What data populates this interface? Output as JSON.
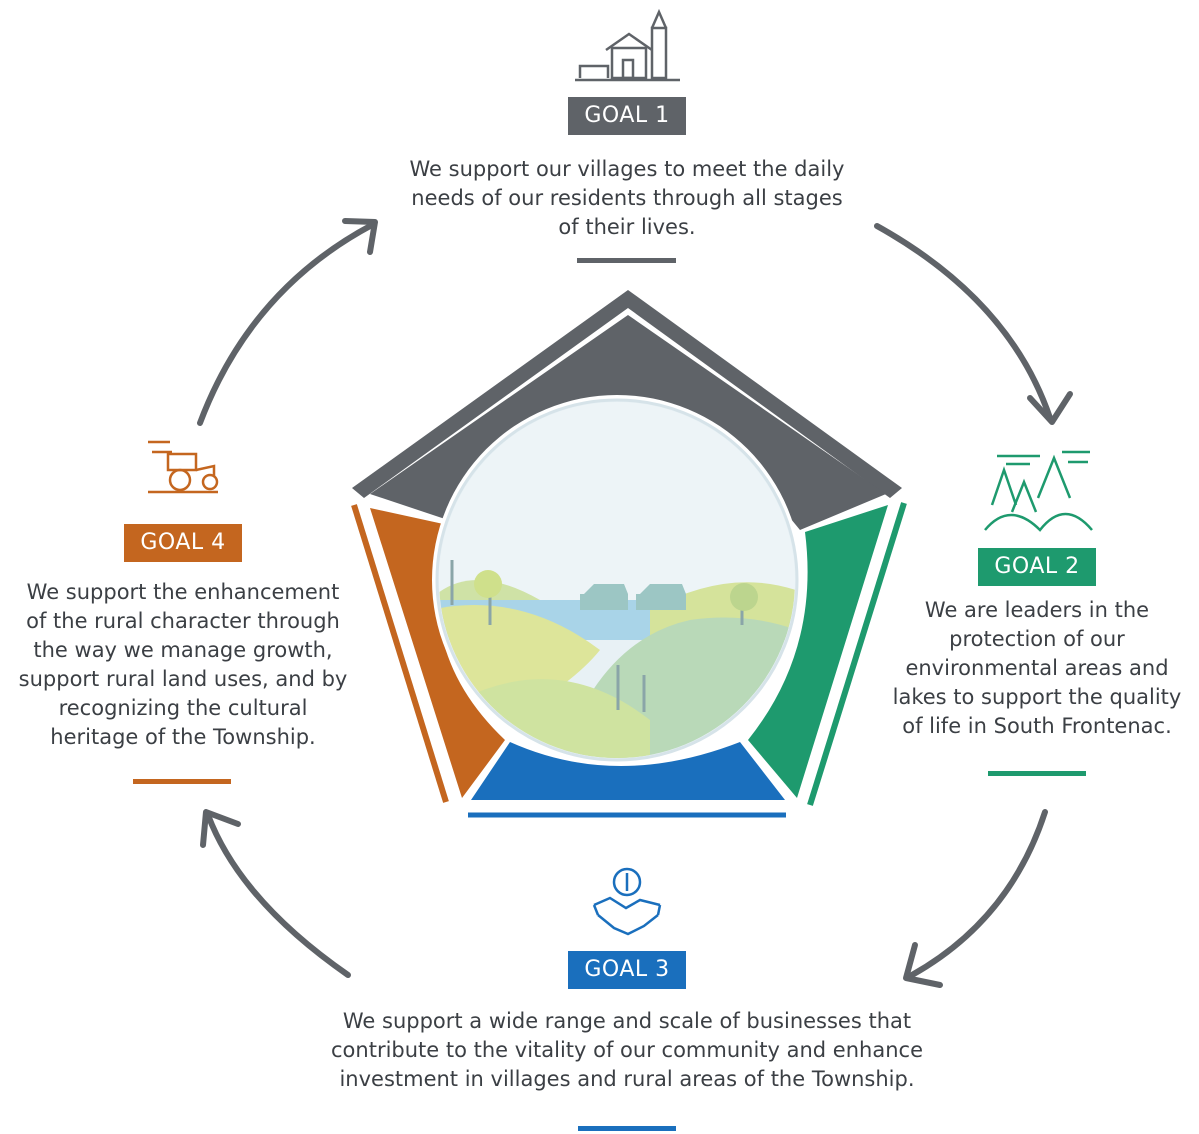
{
  "colors": {
    "goal1": "#5f6368",
    "goal2": "#1e9a6e",
    "goal3": "#1a6fbd",
    "goal4": "#c4661f",
    "arrow": "#5f6368"
  },
  "goals": [
    {
      "id": "goal1",
      "label": "GOAL 1",
      "icon": "village-house-church-icon",
      "text_lines": [
        "We support our villages to meet the daily",
        "needs of our residents through all stages",
        "of their lives."
      ]
    },
    {
      "id": "goal2",
      "label": "GOAL 2",
      "icon": "forest-trees-hills-icon",
      "text_lines": [
        "We are leaders in the",
        "protection of our",
        "environmental areas and",
        "lakes to support the quality",
        "of life in South Frontenac."
      ]
    },
    {
      "id": "goal3",
      "label": "GOAL 3",
      "icon": "handshake-dollar-icon",
      "text_lines": [
        "We support a wide range and scale of businesses that",
        "contribute to the vitality of our community and enhance",
        "investment in villages and rural areas of the Township."
      ]
    },
    {
      "id": "goal4",
      "label": "GOAL 4",
      "icon": "tractor-icon",
      "text_lines": [
        "We support the enhancement",
        "of the rural character through",
        "the way we manage growth,",
        "support rural land uses, and by",
        "recognizing the cultural",
        "heritage of the Township."
      ]
    }
  ]
}
